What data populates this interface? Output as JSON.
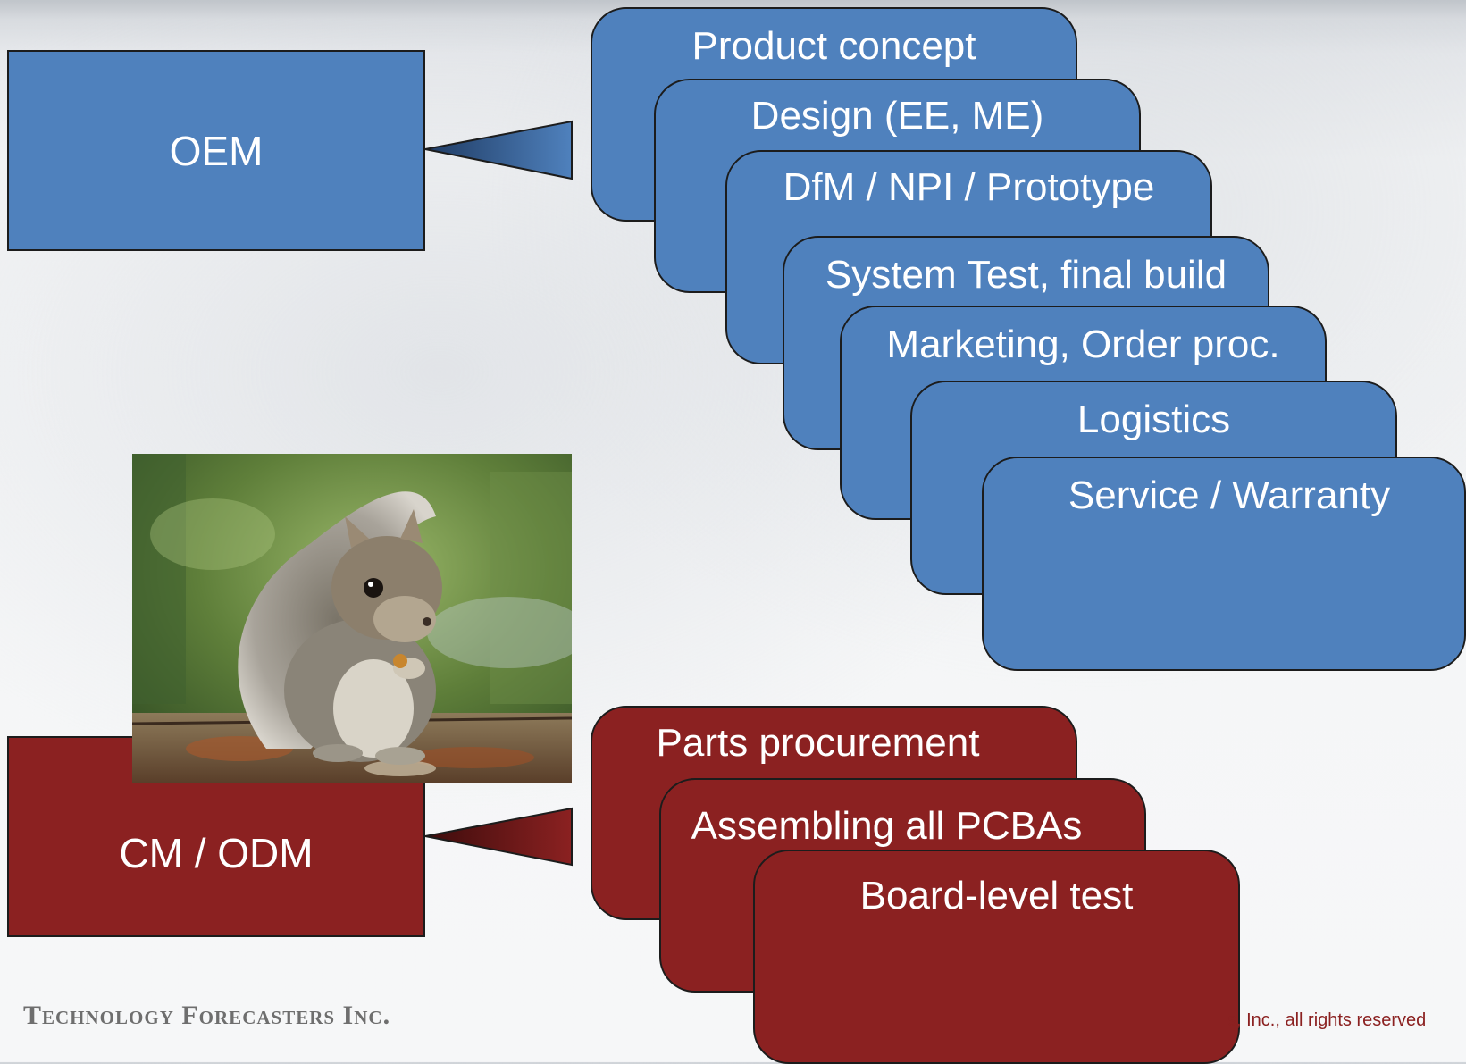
{
  "colors": {
    "oem_fill": "#4f81bd",
    "cm_fill": "#8b2121",
    "outline": "#1c1c1c",
    "text": "#ffffff"
  },
  "oem": {
    "label": "OEM",
    "steps": [
      "Product concept",
      "Design (EE, ME)",
      "DfM / NPI / Prototype",
      "System Test, final build",
      "Marketing, Order proc.",
      "Logistics",
      "Service / Warranty"
    ]
  },
  "cm": {
    "label": "CM / ODM",
    "steps": [
      "Parts procurement",
      "Assembling all PCBAs",
      "Board-level test"
    ]
  },
  "photo": {
    "icon": "squirrel-photo"
  },
  "footer": {
    "logo": "Technology Forecasters Inc.",
    "copyright": "s, Inc., all rights reserved"
  }
}
